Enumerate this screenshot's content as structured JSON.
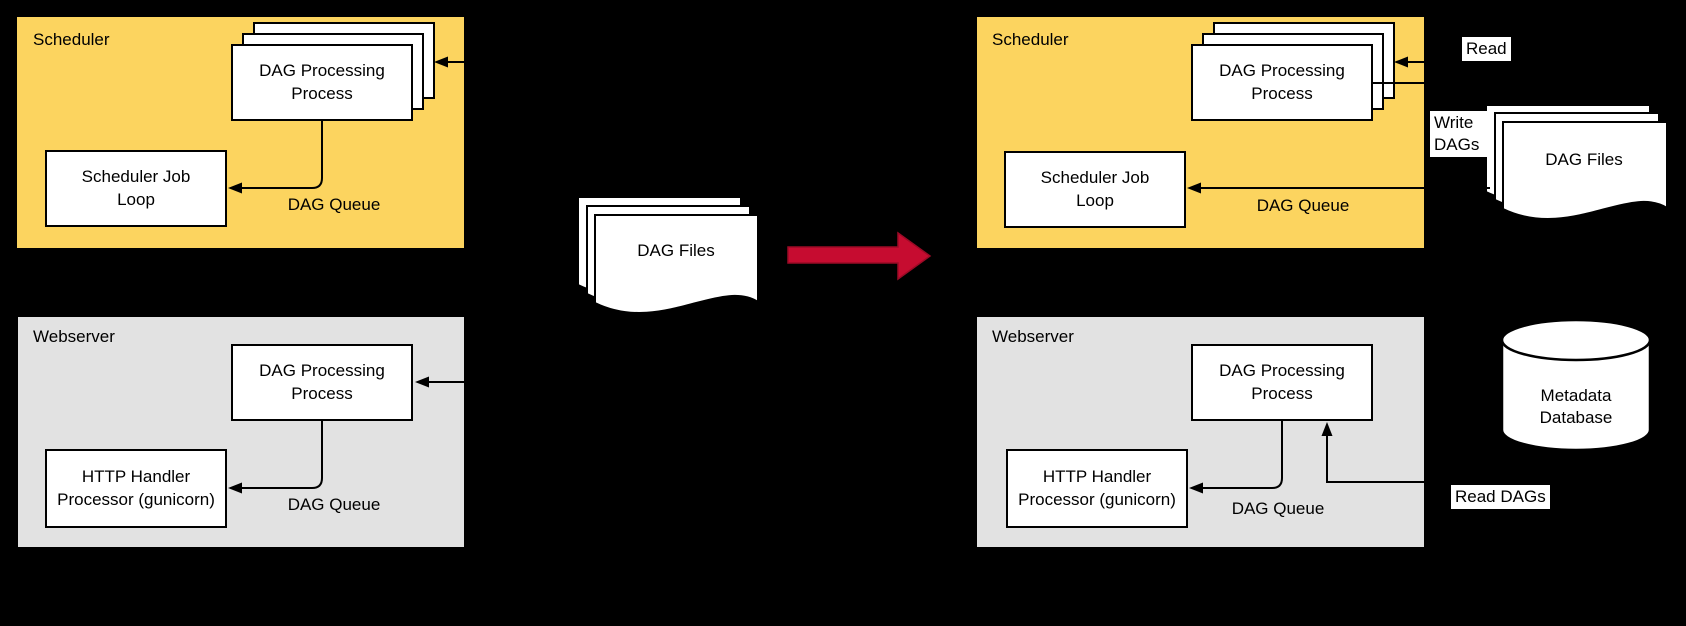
{
  "colors": {
    "scheduler_fill": "#FCD45F",
    "webserver_fill": "#E2E2E2",
    "arrow_red": "#C60C30",
    "arrow_red_edge": "#9C0A26",
    "line": "#000000",
    "node_fill": "#FFFFFF",
    "background": "#000000",
    "text": "#000000"
  },
  "left": {
    "scheduler": {
      "title": "Scheduler",
      "dag_processing": "DAG Processing Process",
      "job_loop": "Scheduler Job Loop",
      "queue_label": "DAG Queue"
    },
    "webserver": {
      "title": "Webserver",
      "dag_processing": "DAG Processing Process",
      "http_handler": "HTTP Handler Processor (gunicorn)",
      "queue_label": "DAG Queue"
    }
  },
  "middle": {
    "dag_files": "DAG Files"
  },
  "right": {
    "read_label": "Read",
    "write_dags_label": "Write DAGs",
    "dag_files": "DAG Files",
    "metadata_db": "Metadata Database",
    "read_dags_label": "Read DAGs",
    "scheduler": {
      "title": "Scheduler",
      "dag_processing": "DAG Processing Process",
      "job_loop": "Scheduler Job Loop",
      "queue_label": "DAG Queue"
    },
    "webserver": {
      "title": "Webserver",
      "dag_processing": "DAG Processing Process",
      "http_handler": "HTTP Handler Processor (gunicorn)",
      "queue_label": "DAG Queue"
    }
  }
}
